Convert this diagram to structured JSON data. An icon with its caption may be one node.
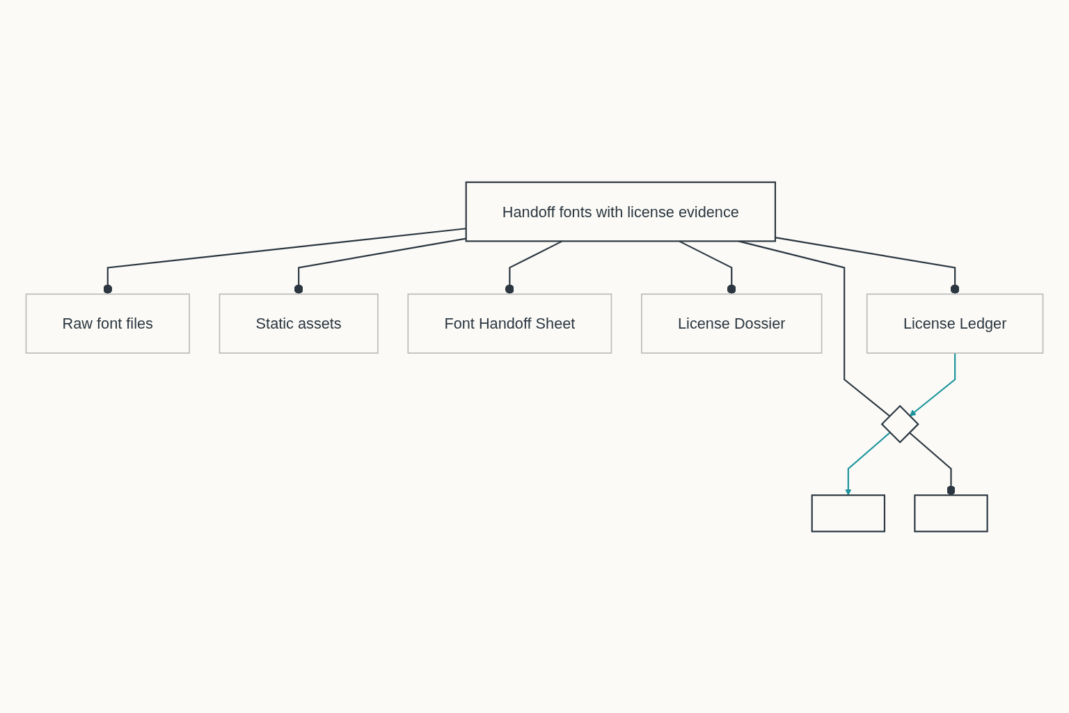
{
  "diagram": {
    "nodes": [
      {
        "text": [
          "Handoff fonts with license evidence"
        ]
      },
      {
        "text": [
          "Raw font files"
        ]
      },
      {
        "text": [
          "Static assets"
        ]
      },
      {
        "text": [
          "Font Handoff Sheet"
        ]
      },
      {
        "text": [
          "License Dossier"
        ]
      },
      {
        "text": [
          "License Ledger"
        ]
      },
      {
        "text": [],
        "shape": "diamond"
      },
      {
        "text": [],
        "shape": "box"
      },
      {
        "text": [],
        "shape": "box"
      }
    ],
    "edges": [
      {
        "from": 0,
        "to": 1,
        "arrow": "other"
      },
      {
        "from": 0,
        "to": 2,
        "arrow": "other"
      },
      {
        "from": 0,
        "to": 3,
        "arrow": "other"
      },
      {
        "from": 0,
        "to": 4,
        "arrow": "other"
      },
      {
        "from": 0,
        "to": 5,
        "arrow": "other"
      },
      {
        "from": 0,
        "to": 6,
        "arrow": "none"
      },
      {
        "from": 5,
        "to": 6,
        "arrow": "to",
        "color": "#1a949c"
      },
      {
        "from": 6,
        "to": 7,
        "arrow": "to",
        "color": "#1a949c"
      },
      {
        "from": 6,
        "to": 8,
        "arrow": "other"
      }
    ]
  }
}
